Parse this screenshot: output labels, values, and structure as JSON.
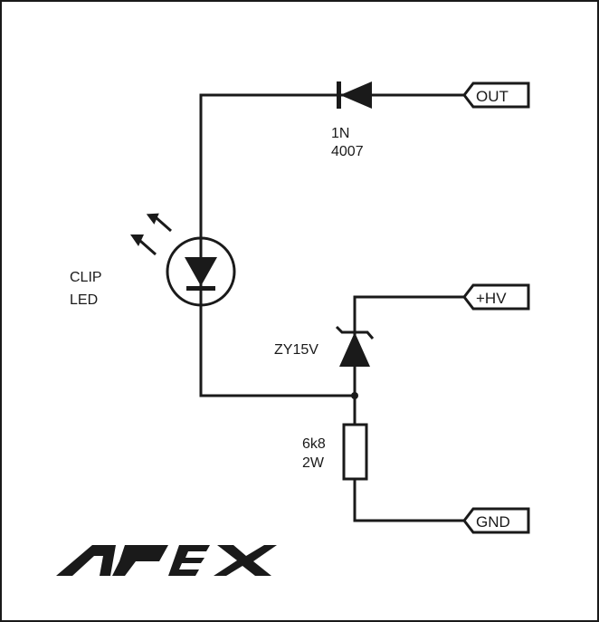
{
  "title": "Clip LED indicator circuit",
  "logo": "APEX",
  "colors": {
    "ink": "#1a1a1a",
    "background": "#ffffff"
  },
  "ports": {
    "out": "OUT",
    "hv": "+HV",
    "gnd": "GND"
  },
  "components": {
    "diode": {
      "line1": "1N",
      "line2": "4007"
    },
    "led": {
      "line1": "CLIP",
      "line2": "LED"
    },
    "zener": {
      "label": "ZY15V"
    },
    "resistor": {
      "line1": "6k8",
      "line2": "2W"
    }
  }
}
